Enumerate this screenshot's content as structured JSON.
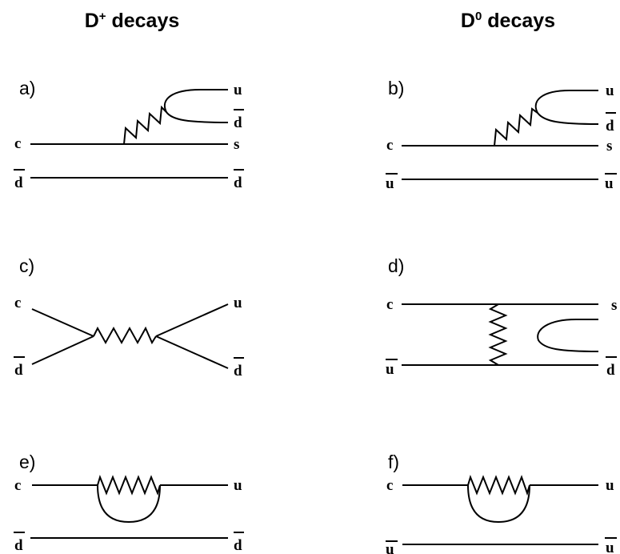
{
  "headers": {
    "dplus": "D",
    "dplus_sup": "+",
    "dplus_rest": " decays",
    "dzero": "D",
    "dzero_sup": "0",
    "dzero_rest": " decays"
  },
  "panels": {
    "a": {
      "label": "a)",
      "in_top": "c",
      "in_bottom": "d",
      "out_top": "u",
      "out_mid": "d",
      "out_low": "s",
      "out_bottom": "d"
    },
    "b": {
      "label": "b)",
      "in_top": "c",
      "in_bottom": "u",
      "out_top": "u",
      "out_mid": "d",
      "out_low": "s",
      "out_bottom": "u"
    },
    "c": {
      "label": "c)",
      "in_top": "c",
      "in_bottom": "d",
      "out_top": "u",
      "out_bottom": "d"
    },
    "d": {
      "label": "d)",
      "in_top": "c",
      "in_bottom": "u",
      "out_top": "s",
      "out_bottom": "d"
    },
    "e": {
      "label": "e)",
      "in_top": "c",
      "in_bottom": "d",
      "out_top": "u",
      "out_bottom": "d"
    },
    "f": {
      "label": "f)",
      "in_top": "c",
      "in_bottom": "u",
      "out_top": "u",
      "out_bottom": "u"
    }
  },
  "colors": {
    "ink": "#000000",
    "background": "#ffffff"
  }
}
